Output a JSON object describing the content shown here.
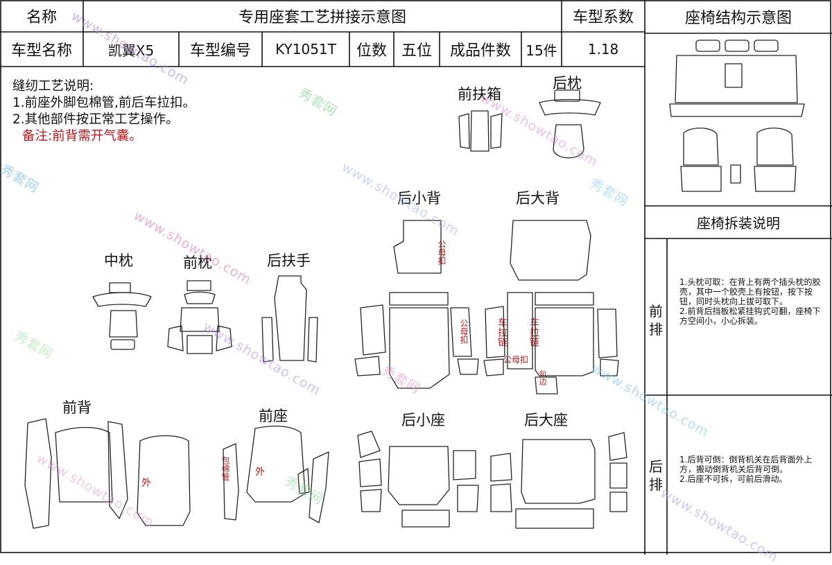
{
  "header": {
    "name_label": "名称",
    "title": "专用座套工艺拼接示意图",
    "coef_label": "车型系数",
    "struct_title": "座椅结构示意图"
  },
  "info_row": {
    "model_name_label": "车型名称",
    "model_name": "凯翼X5",
    "model_code_label": "车型编号",
    "model_code": "KY1051T",
    "seats_label": "位数",
    "seats": "五位",
    "pieces_label": "成品件数",
    "pieces": "15件",
    "coef": "1.18"
  },
  "notes": {
    "title": "缝纫工艺说明:",
    "line1": "1.前座外脚包棉管,前后车拉扣。",
    "line2": "2.其他部件按正常工艺操作。",
    "remark": "备注:前背需开气囊。"
  },
  "labels": {
    "front_armrest_box": "前扶箱",
    "rear_pillow": "后枕",
    "rear_small_back": "后小背",
    "rear_large_back": "后大背",
    "middle_pillow": "中枕",
    "front_pillow": "前枕",
    "rear_armrest": "后扶手",
    "front_back": "前背",
    "front_seat": "前座",
    "rear_small_seat": "后小座",
    "rear_large_seat": "后大座"
  },
  "marks": {
    "buckle_a": "公母扣",
    "buckle_b": "公母扣",
    "pull_a": "车拉链",
    "pull_b": "车拉链",
    "female_buckle": "公母扣",
    "wrap_a": "包边",
    "wrap_b": "包棉管",
    "outer_a": "外",
    "outer_b": "外"
  },
  "right_panel": {
    "disassembly_title": "座椅拆装说明",
    "front_row_label": "前排",
    "front_row_text": "1.头枕可取：在背上有两个插头枕的胶壳，其中一个胶壳上有按钮，按下按钮，同时头枕向上拔可取下。\n2.前背后挡板松紧挂钩式可翻，座椅下方空间小，小心拆装。",
    "rear_row_label": "后排",
    "rear_row_text": "1.后背可倒：倒背机关在后背面外上方，搬动倒背机关后背可倒。\n2.后座不可拆，可前后滑动。"
  },
  "watermark": {
    "cn": "秀套网",
    "url": "www.showtao.com"
  }
}
